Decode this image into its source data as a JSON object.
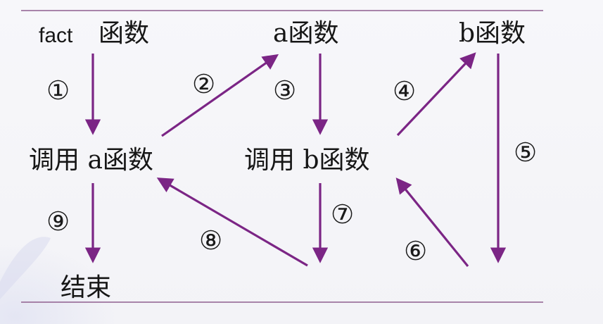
{
  "nodes": {
    "fact_label": "fact",
    "fact_function": "函数",
    "a_function": "a函数",
    "b_function": "b函数",
    "call_a": "调用 a函数",
    "call_b": "调用 b函数",
    "end": "结束"
  },
  "steps": {
    "step1": "①",
    "step2": "②",
    "step3": "③",
    "step4": "④",
    "step5": "⑤",
    "step6": "⑥",
    "step7": "⑦",
    "step8": "⑧",
    "step9": "⑨"
  },
  "colors": {
    "arrow": "#7b2585",
    "rule": "#8f5f8f",
    "text": "#161616"
  }
}
